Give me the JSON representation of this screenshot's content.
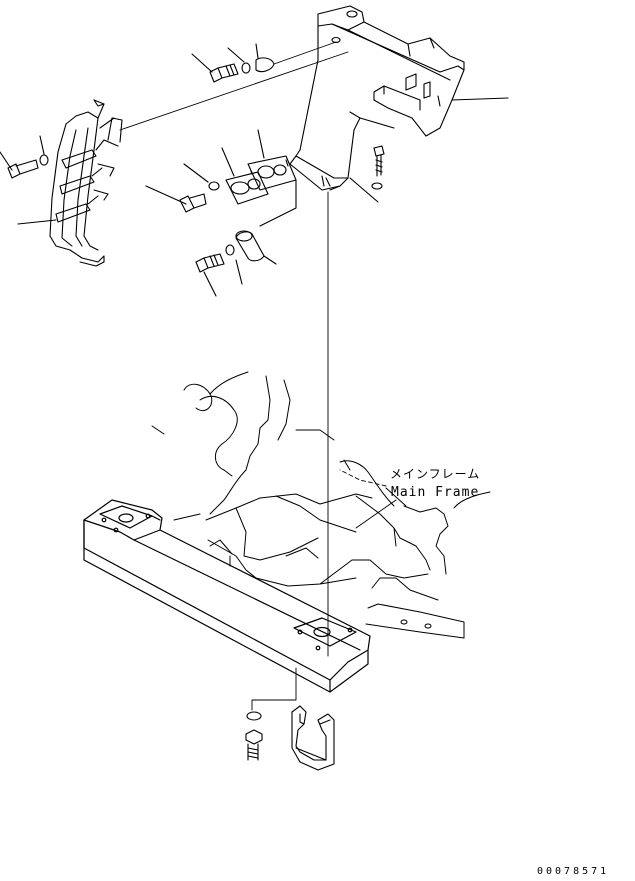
{
  "labels": {
    "main_frame_jp": "メインフレーム",
    "main_frame_en": "Main Frame",
    "drawing_number": "00078571"
  },
  "colors": {
    "line": "#000000",
    "background": "#ffffff"
  }
}
